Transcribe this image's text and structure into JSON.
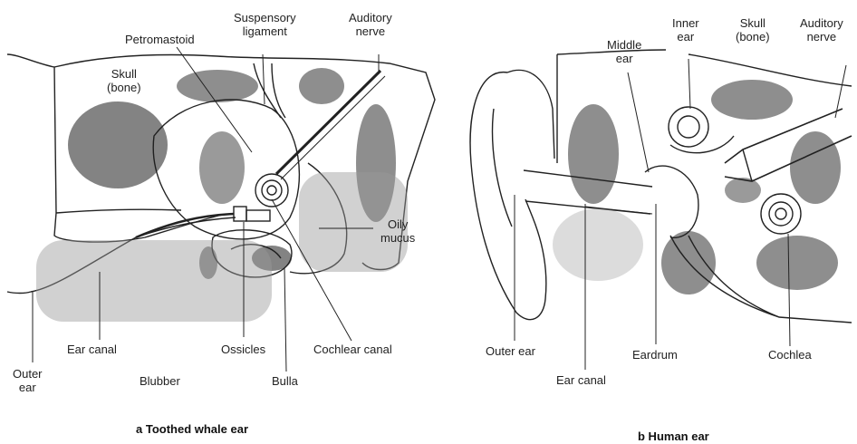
{
  "panel_a": {
    "caption": "a Toothed whale ear",
    "labels": {
      "suspensory_ligament_1": "Suspensory",
      "suspensory_ligament_2": "ligament",
      "auditory_nerve_1": "Auditory",
      "auditory_nerve_2": "nerve",
      "petromastoid": "Petromastoid",
      "skull_1": "Skull",
      "skull_2": "(bone)",
      "oily_mucus_1": "Oily",
      "oily_mucus_2": "mucus",
      "ear_canal": "Ear canal",
      "ossicles": "Ossicles",
      "cochlear_canal": "Cochlear canal",
      "outer_ear_1": "Outer",
      "outer_ear_2": "ear",
      "blubber": "Blubber",
      "bulla": "Bulla"
    }
  },
  "panel_b": {
    "caption": "b Human ear",
    "labels": {
      "inner_ear_1": "Inner",
      "inner_ear_2": "ear",
      "skull_1": "Skull",
      "skull_2": "(bone)",
      "auditory_nerve_1": "Auditory",
      "auditory_nerve_2": "nerve",
      "middle_ear_1": "Middle",
      "middle_ear_2": "ear",
      "outer_ear": "Outer ear",
      "eardrum": "Eardrum",
      "cochlea": "Cochlea",
      "ear_canal": "Ear canal"
    }
  },
  "colors": {
    "ink": "#222222",
    "stipple": "#9a9a9a",
    "bone": "#1e1e1e"
  }
}
